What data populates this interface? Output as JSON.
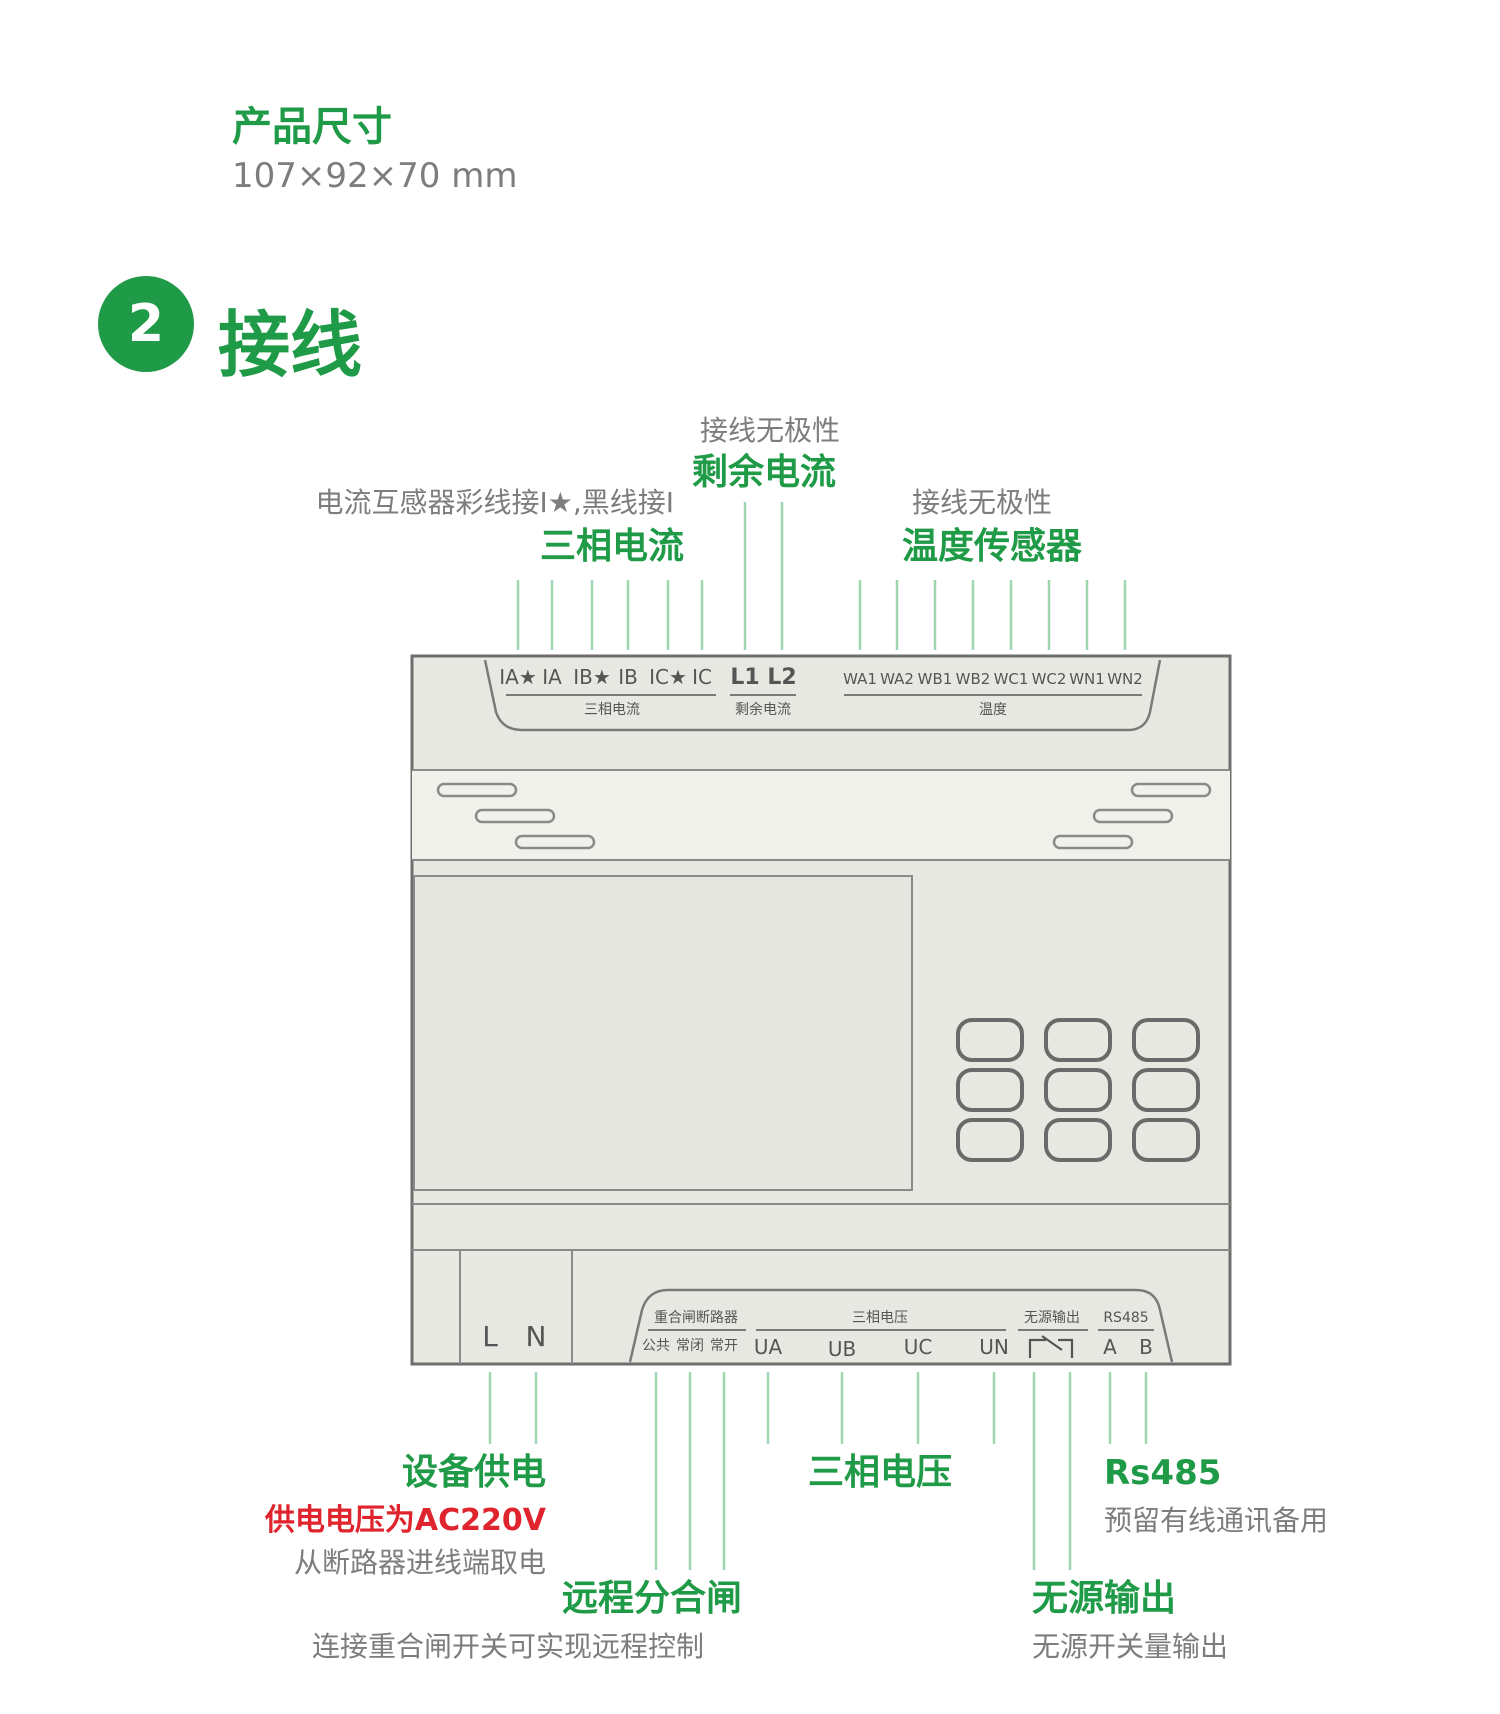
{
  "size": {
    "title": "产品尺寸",
    "value": "107×92×70 mm"
  },
  "section": {
    "number": "2",
    "title": "接线"
  },
  "callouts": {
    "residual_note": "接线无极性",
    "residual_title": "剩余电流",
    "ct_note": "电流互感器彩线接I★,黑线接I",
    "current_title": "三相电流",
    "temp_note": "接线无极性",
    "temp_title": "温度传感器",
    "power_title": "设备供电",
    "power_voltage": "供电电压为AC220V",
    "power_source": "从断路器进线端取电",
    "remote_title": "远程分合闸",
    "remote_desc": "连接重合闸开关可实现远程控制",
    "voltage_title": "三相电压",
    "rs485_title": "Rs485",
    "rs485_desc": "预留有线通讯备用",
    "passive_title": "无源输出",
    "passive_desc": "无源开关量输出"
  },
  "device": {
    "top_terminals": [
      "IA★",
      "IA",
      "IB★",
      "IB",
      "IC★",
      "IC",
      "L1",
      "L2",
      "WA1",
      "WA2",
      "WB1",
      "WB2",
      "WC1",
      "WC2",
      "WN1",
      "WN2"
    ],
    "top_group_current": "三相电流",
    "top_group_residual": "剩余电流",
    "top_group_temp": "温度",
    "power_terminals": [
      "L",
      "N"
    ],
    "bottom_group_breaker": "重合闸断路器",
    "breaker_terminals": [
      "公共",
      "常闭",
      "常开"
    ],
    "bottom_group_voltage": "三相电压",
    "voltage_terminals": [
      "UA",
      "UB",
      "UC",
      "UN"
    ],
    "bottom_group_passive": "无源输出",
    "bottom_group_rs485": "RS485",
    "rs485_terminals": [
      "A",
      "B"
    ]
  },
  "colors": {
    "accent": "#1f9a47",
    "warning": "#e0242e",
    "device_body": "#e8e8e2",
    "device_outline": "#6e6e6e"
  }
}
